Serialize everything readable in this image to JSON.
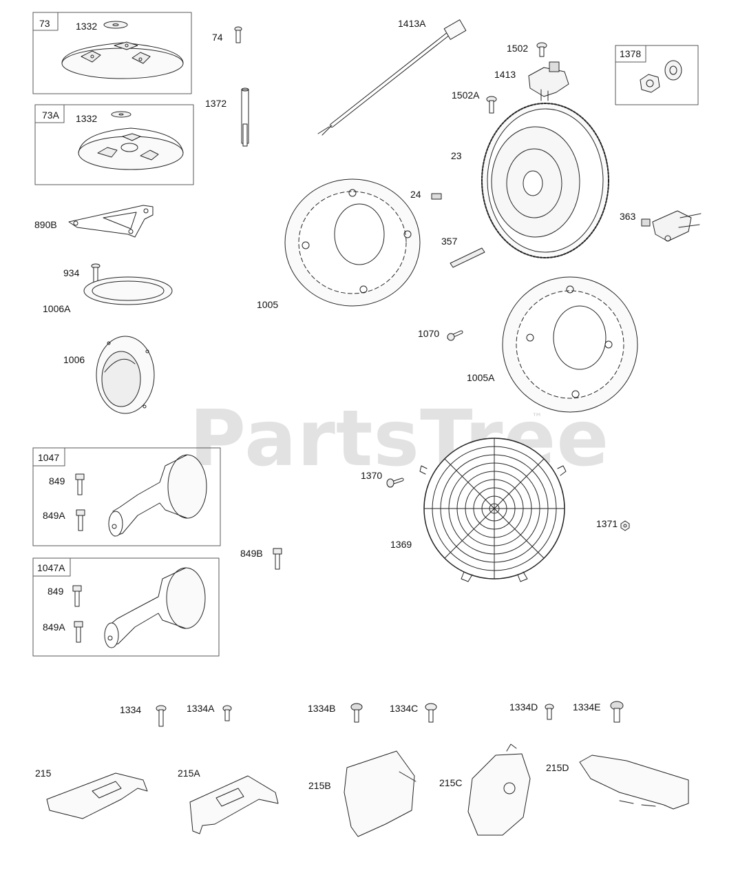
{
  "watermark": {
    "text": "PartsTree",
    "trademark": "™"
  },
  "boxes": {
    "b73": "73",
    "b73a": "73A",
    "b1378": "1378",
    "b1047": "1047",
    "b1047a": "1047A"
  },
  "labels": {
    "l1332a": "1332",
    "l1332b": "1332",
    "l74": "74",
    "l1372": "1372",
    "l1413a": "1413A",
    "l1502": "1502",
    "l1413": "1413",
    "l1502a": "1502A",
    "l23": "23",
    "l24": "24",
    "l890b": "890B",
    "l363": "363",
    "l357": "357",
    "l934": "934",
    "l1005": "1005",
    "l1006a": "1006A",
    "l1070": "1070",
    "l1006": "1006",
    "l1005a": "1005A",
    "l849a": "849",
    "l849a2": "849A",
    "l1370": "1370",
    "l1371": "1371",
    "l1369": "1369",
    "l849b": "849B",
    "l849c": "849",
    "l849a3": "849A",
    "l1334": "1334",
    "l1334a": "1334A",
    "l1334b": "1334B",
    "l1334c": "1334C",
    "l1334d": "1334D",
    "l1334e": "1334E",
    "l215": "215",
    "l215a": "215A",
    "l215b": "215B",
    "l215c": "215C",
    "l215d": "215D"
  }
}
